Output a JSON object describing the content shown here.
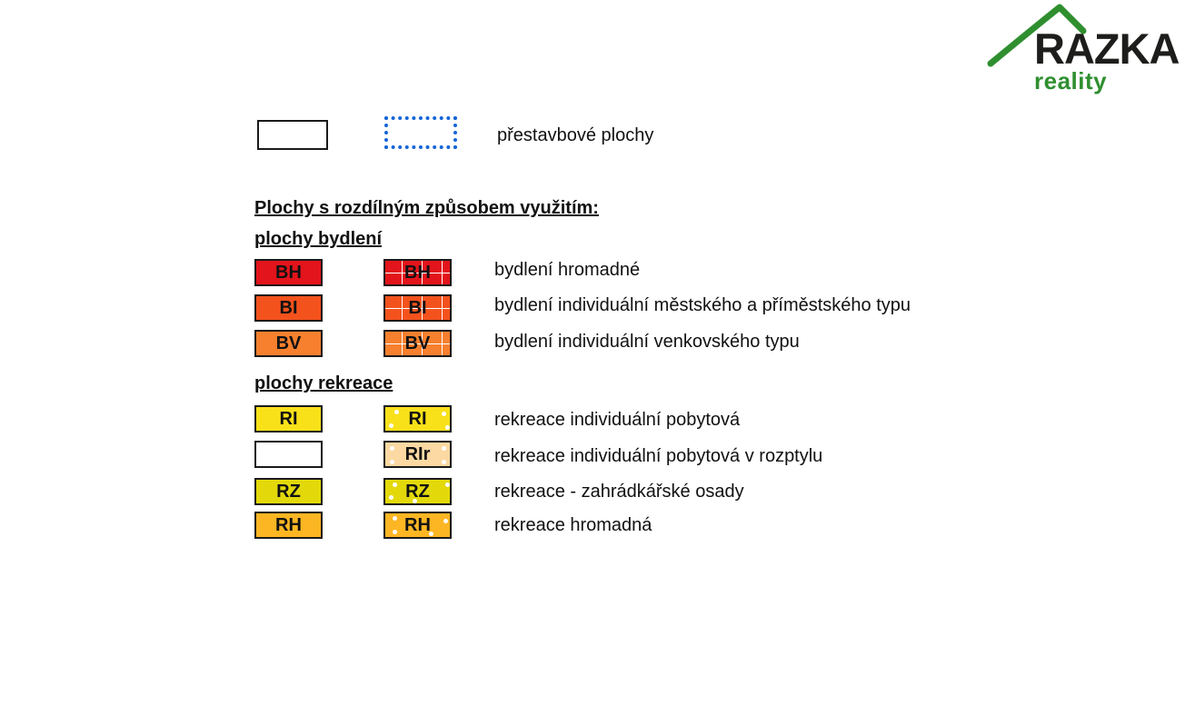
{
  "logo": {
    "word": "RAZKA",
    "sub": "reality",
    "brand_green": "#2f8f2f",
    "brand_dark": "#1d1d1b"
  },
  "legend_top": {
    "label": "přestavbové plochy",
    "dash_color": "#1565d8"
  },
  "headings": {
    "main": "Plochy s rozdílným způsobem využitím:",
    "housing": "plochy bydlení",
    "recreation": "plochy rekreace"
  },
  "housing": [
    {
      "code": "BH",
      "label": "bydlení hromadné",
      "color": "#e3141b"
    },
    {
      "code": "BI",
      "label": "bydlení individuální městského a příměstského typu",
      "color": "#f4521c"
    },
    {
      "code": "BV",
      "label": "bydlení individuální venkovského typu",
      "color": "#f6802e"
    }
  ],
  "recreation": [
    {
      "code": "RI",
      "code_pattern": "RI",
      "label": "rekreace individuální pobytová",
      "color": "#f9e11a"
    },
    {
      "code": "",
      "code_pattern": "RIr",
      "label": "rekreace individuální pobytová v rozptylu",
      "color": "#ffffff",
      "pattern_color": "#fcd9a2"
    },
    {
      "code": "RZ",
      "code_pattern": "RZ",
      "label": "rekreace - zahrádkářské osady",
      "color": "#e3d90a"
    },
    {
      "code": "RH",
      "code_pattern": "RH",
      "label": "rekreace hromadná",
      "color": "#fdb623"
    }
  ]
}
